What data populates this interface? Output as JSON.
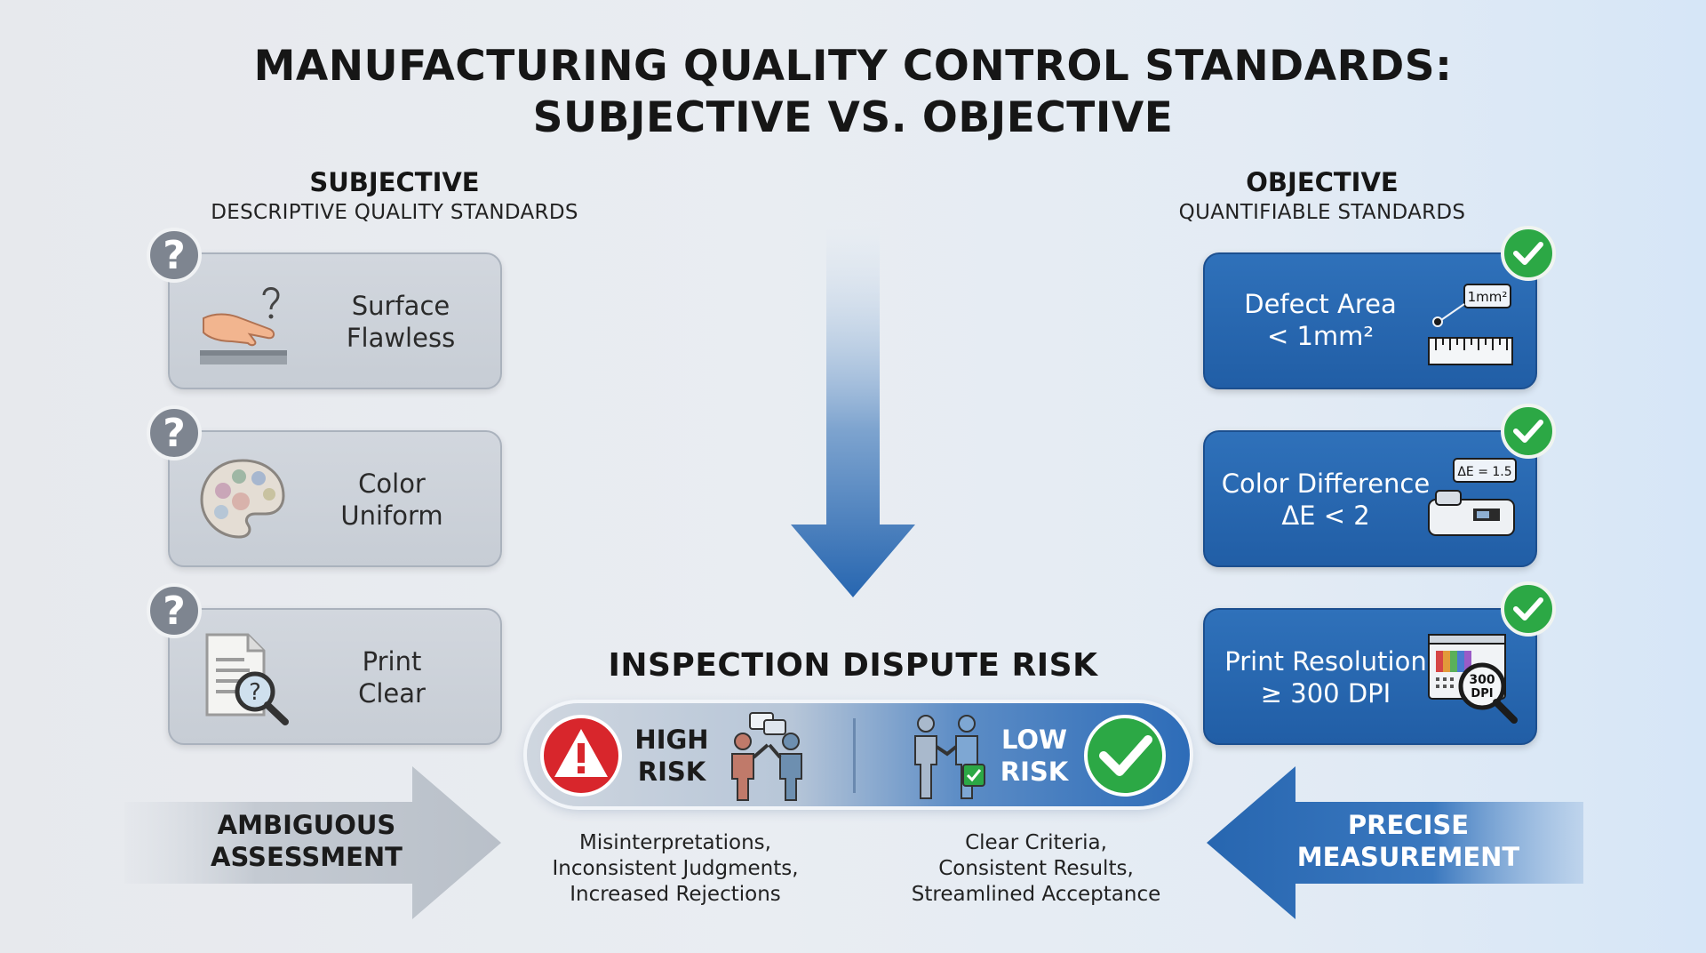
{
  "title": {
    "line1": "MANUFACTURING QUALITY CONTROL STANDARDS:",
    "line2": "SUBJECTIVE VS. OBJECTIVE"
  },
  "subjective": {
    "heading": "SUBJECTIVE",
    "subheading": "DESCRIPTIVE QUALITY STANDARDS",
    "items": [
      {
        "line1": "Surface",
        "line2": "Flawless",
        "icon": "hand-touch-icon"
      },
      {
        "line1": "Color",
        "line2": "Uniform",
        "icon": "palette-icon"
      },
      {
        "line1": "Print",
        "line2": "Clear",
        "icon": "document-magnifier-icon"
      }
    ],
    "badge": "?",
    "arrow_label": {
      "line1": "AMBIGUOUS",
      "line2": "ASSESSMENT"
    }
  },
  "objective": {
    "heading": "OBJECTIVE",
    "subheading": "QUANTIFIABLE STANDARDS",
    "items": [
      {
        "line1": "Defect Area",
        "line2": "< 1mm²",
        "icon": "ruler-icon",
        "icon_text": "1mm²"
      },
      {
        "line1": "Color Difference",
        "line2": "ΔE < 2",
        "icon": "colorimeter-icon",
        "icon_text": "ΔE = 1.5"
      },
      {
        "line1": "Print Resolution",
        "line2": "≥ 300 DPI",
        "icon": "resolution-magnifier-icon",
        "icon_text_1": "300",
        "icon_text_2": "DPI"
      }
    ],
    "arrow_label": {
      "line1": "PRECISE",
      "line2": "MEASUREMENT"
    }
  },
  "risk": {
    "title": "INSPECTION DISPUTE RISK",
    "high": {
      "line1": "HIGH",
      "line2": "RISK",
      "icon": "warning-icon"
    },
    "low": {
      "line1": "LOW",
      "line2": "RISK",
      "icon": "check-icon"
    },
    "high_desc": [
      "Misinterpretations,",
      "Inconsistent Judgments,",
      "Increased Rejections"
    ],
    "low_desc": [
      "Clear Criteria,",
      "Consistent Results,",
      "Streamlined Acceptance"
    ]
  },
  "colors": {
    "accent_blue": "#2766b0",
    "check_green": "#2ca845",
    "warning_red": "#d8262c",
    "badge_gray": "#7e8590"
  }
}
